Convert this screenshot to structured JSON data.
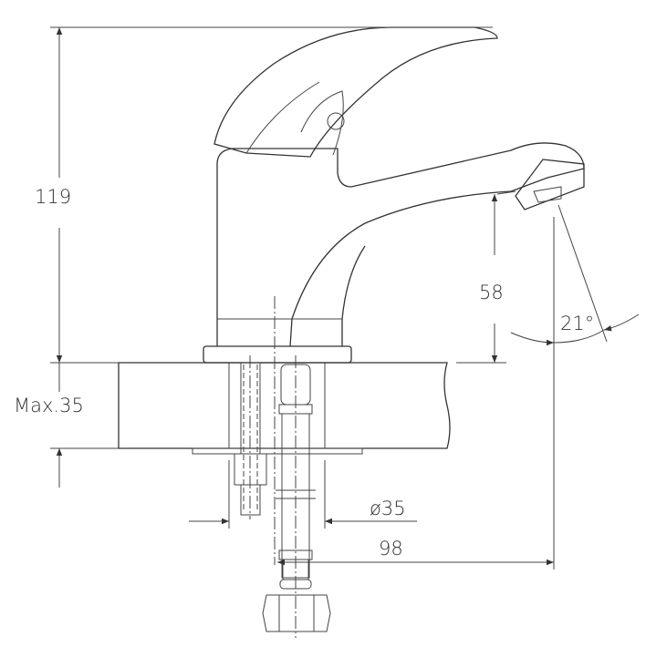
{
  "drawing": {
    "title": "Basin faucet dimensional drawing",
    "dimensions": {
      "height": "119",
      "spout_height": "58",
      "spout_angle": "21°",
      "max_counter_thickness": "Max.35",
      "hole_diameter": "ø35",
      "reach": "98"
    }
  }
}
